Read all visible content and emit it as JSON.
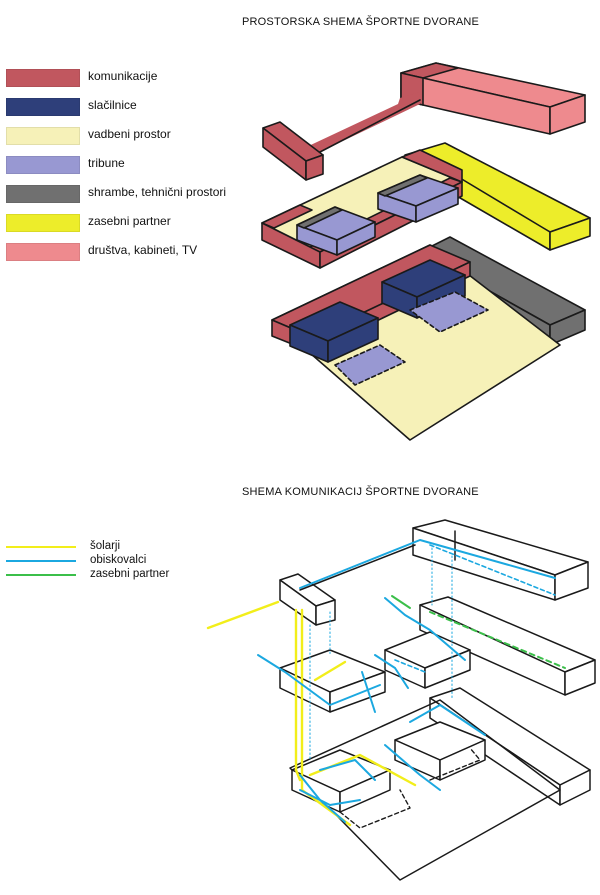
{
  "diagram1": {
    "title": "PROSTORSKA SHEMA ŠPORTNE DVORANE",
    "legend": [
      {
        "label": "komunikacije",
        "color": "#c1575f"
      },
      {
        "label": "slačilnice",
        "color": "#2e3f7a"
      },
      {
        "label": "vadbeni prostor",
        "color": "#f6f1b8"
      },
      {
        "label": "tribune",
        "color": "#9898d2"
      },
      {
        "label": "shrambe, tehnični prostori",
        "color": "#707070"
      },
      {
        "label": "zasebni partner",
        "color": "#eded2a"
      },
      {
        "label": "društva, kabineti, TV",
        "color": "#ee8a8e"
      }
    ]
  },
  "diagram2": {
    "title": "SHEMA KOMUNIKACIJ ŠPORTNE DVORANE",
    "legend": [
      {
        "label": "šolarji",
        "color": "#f2ee1a"
      },
      {
        "label": "obiskovalci",
        "color": "#1ba8e0"
      },
      {
        "label": "zasebni partner",
        "color": "#3bbf4a"
      }
    ]
  }
}
